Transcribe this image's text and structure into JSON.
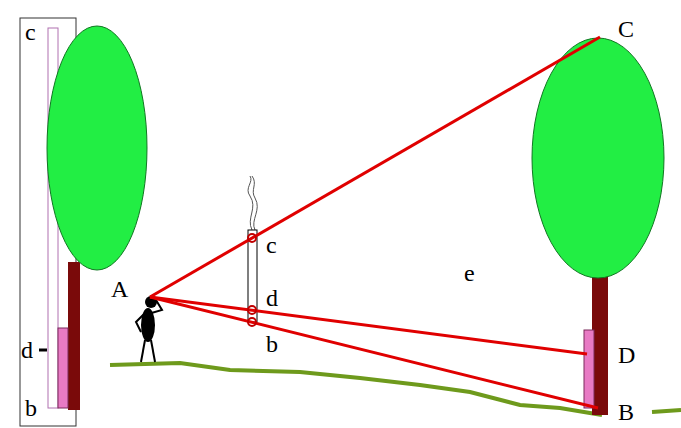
{
  "diagram": {
    "labels": [
      "c",
      "d",
      "b",
      "A",
      "c",
      "d",
      "b",
      "e",
      "C",
      "D",
      "B"
    ]
  }
}
